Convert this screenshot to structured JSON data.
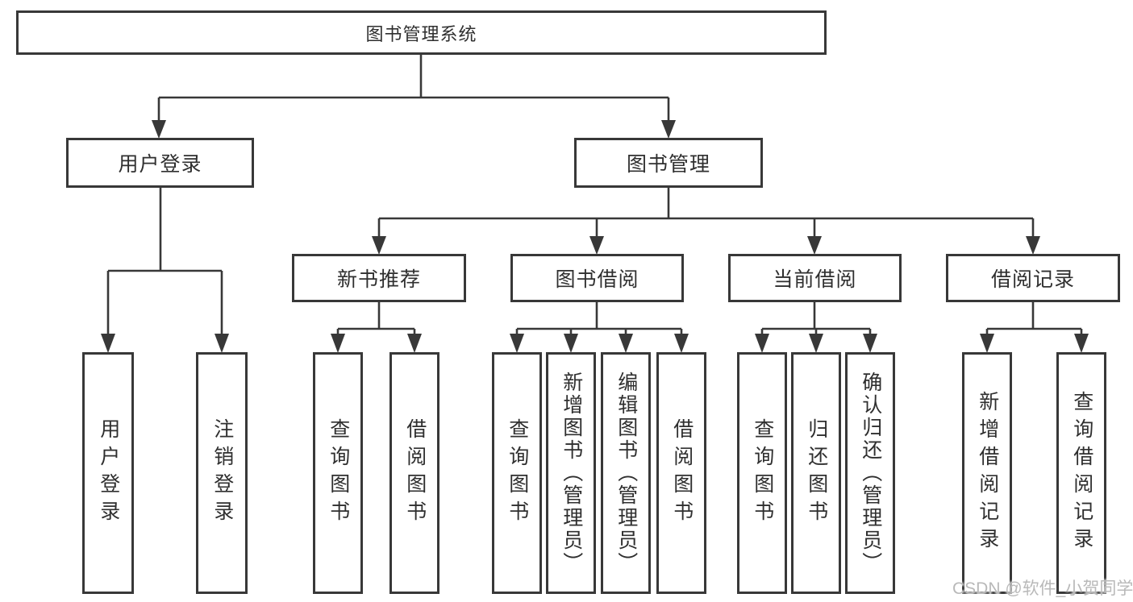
{
  "diagram": {
    "root": {
      "label": "图书管理系统"
    },
    "level2": [
      {
        "label": "用户登录"
      },
      {
        "label": "图书管理"
      }
    ],
    "level3": [
      {
        "label": "新书推荐"
      },
      {
        "label": "图书借阅"
      },
      {
        "label": "当前借阅"
      },
      {
        "label": "借阅记录"
      }
    ],
    "leaves": {
      "user_login": [
        "用户登录",
        "注销登录"
      ],
      "new_book": [
        "查询图书",
        "借阅图书"
      ],
      "book_borrow": [
        "查询图书",
        "新增图书（管理员）",
        "编辑图书（管理员）",
        "借阅图书"
      ],
      "current_borrow": [
        "查询图书",
        "归还图书",
        "确认归还（管理员）"
      ],
      "borrow_record": [
        "新增借阅记录",
        "查询借阅记录"
      ]
    }
  },
  "watermark": {
    "text": "CSDN @软件_小贺同学"
  },
  "colors": {
    "line": "#383838",
    "text": "#2f2f2f",
    "watermark": "#b9b9b9",
    "background": "#ffffff"
  }
}
